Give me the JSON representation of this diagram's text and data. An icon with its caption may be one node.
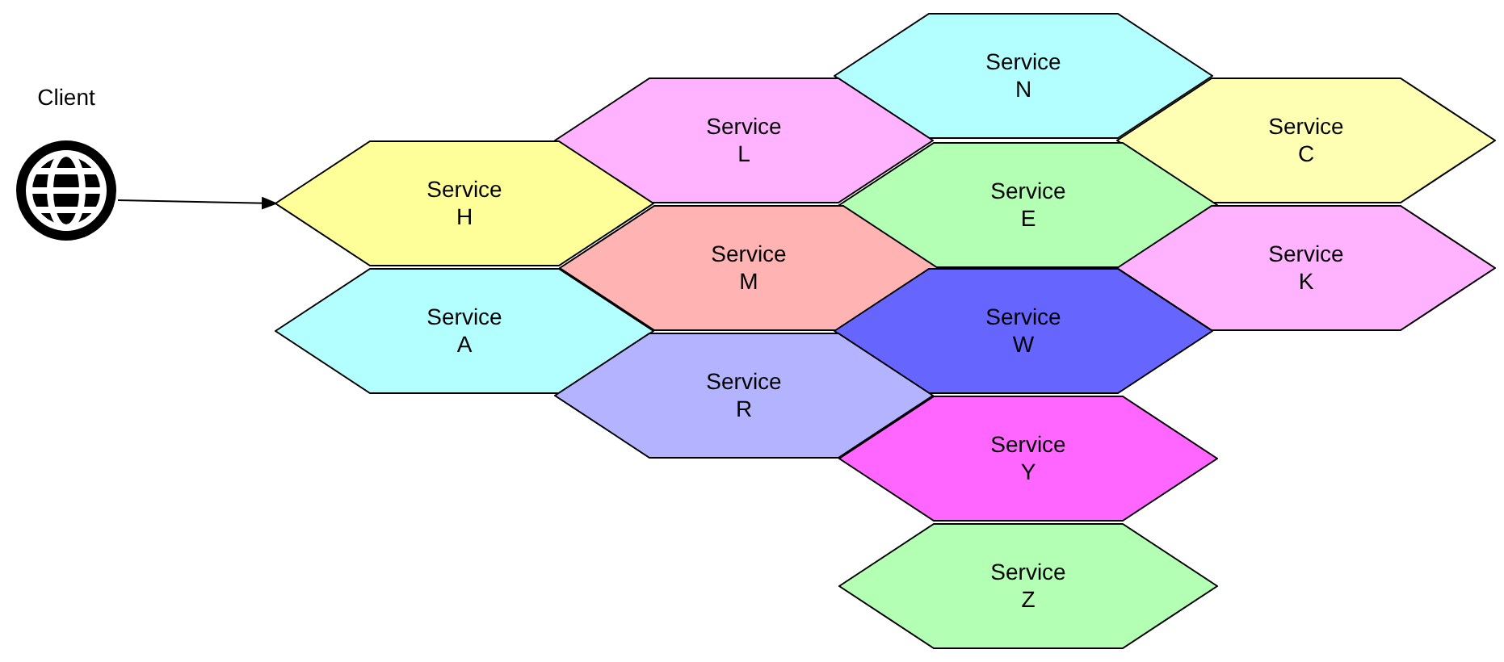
{
  "diagram": {
    "nodes": [
      {
        "text": [
          "Client"
        ]
      },
      {
        "text": [
          "Service N"
        ]
      },
      {
        "text": [
          "Service L"
        ]
      },
      {
        "text": [
          "Service C"
        ]
      },
      {
        "text": [
          "Service H"
        ]
      },
      {
        "text": [
          "Service E"
        ]
      },
      {
        "text": [
          "Service M"
        ]
      },
      {
        "text": [
          "Service K"
        ]
      },
      {
        "text": [
          "Service A"
        ]
      },
      {
        "text": [
          "Service W"
        ]
      },
      {
        "text": [
          "Service R"
        ]
      },
      {
        "text": [
          "Service Y"
        ]
      },
      {
        "text": [
          "Service Z"
        ]
      }
    ],
    "edges": [
      {
        "from": 0,
        "to": 4,
        "arrow": "to"
      }
    ]
  }
}
